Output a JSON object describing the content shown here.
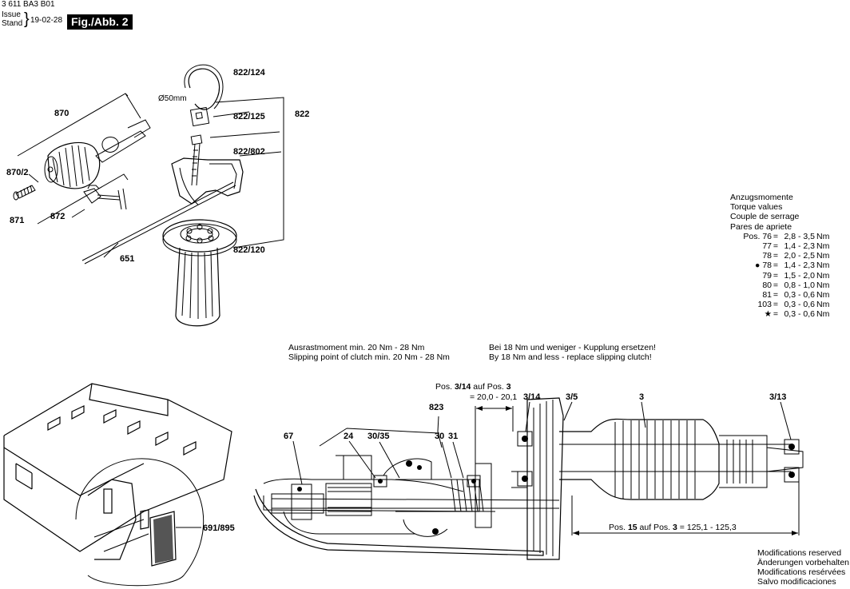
{
  "header": {
    "doc_number": "3 611 BA3 B01",
    "issue_label": "Issue",
    "stand_label": "Stand",
    "date": "19-02-28",
    "fig_label": "Fig./Abb. 2"
  },
  "parts": {
    "p822_124": "822/124",
    "diameter": "Ø50mm",
    "p822_125": "822/125",
    "p822": "822",
    "p822_802": "822/802",
    "p870": "870",
    "p870_2": "870/2",
    "p871": "871",
    "p872": "872",
    "p651": "651",
    "p822_120": "822/120",
    "p691_895": "691/895",
    "p67": "67",
    "p24": "24",
    "p30_35": "30/35",
    "p823": "823",
    "p30": "30",
    "p31": "31",
    "p3_14": "3/14",
    "p3_5": "3/5",
    "p3": "3",
    "p3_13": "3/13"
  },
  "torque": {
    "titles": [
      "Anzugsmomente",
      "Torque values",
      "Couple de serrage",
      "Pares de apriete"
    ],
    "rows": [
      {
        "prefix": "Pos.",
        "pos": "76",
        "val": "2,8 - 3,5",
        "unit": "Nm"
      },
      {
        "prefix": "",
        "pos": "77",
        "val": "1,4 - 2,3",
        "unit": "Nm"
      },
      {
        "prefix": "",
        "pos": "78",
        "val": "2,0 - 2,5",
        "unit": "Nm"
      },
      {
        "prefix": "●",
        "pos": "78",
        "val": "1,4 - 2,3",
        "unit": "Nm"
      },
      {
        "prefix": "",
        "pos": "79",
        "val": "1,5 - 2,0",
        "unit": "Nm"
      },
      {
        "prefix": "",
        "pos": "80",
        "val": "0,8 - 1,0",
        "unit": "Nm"
      },
      {
        "prefix": "",
        "pos": "81",
        "val": "0,3 - 0,6",
        "unit": "Nm"
      },
      {
        "prefix": "",
        "pos": "103",
        "val": "0,3 - 0,6",
        "unit": "Nm"
      },
      {
        "prefix": "★",
        "pos": "",
        "val": "0,3 - 0,6",
        "unit": "Nm"
      }
    ]
  },
  "notes": {
    "clutch_de": "Ausrastmoment min. 20 Nm - 28 Nm",
    "clutch_en": "Slipping point of clutch min. 20 Nm - 28 Nm",
    "replace_de": "Bei 18 Nm und weniger - Kupplung ersetzen!",
    "replace_en": "By 18 Nm and less - replace slipping clutch!",
    "dim1_prefix": "Pos.",
    "dim1_a": "3/14",
    "dim1_mid": "auf Pos.",
    "dim1_b": "3",
    "dim1_val": "= 20,0 - 20,1",
    "dim2_prefix": "Pos.",
    "dim2_a": "15",
    "dim2_mid": "auf Pos.",
    "dim2_b": "3",
    "dim2_val": "= 125,1 - 125,3"
  },
  "footer": {
    "lines": [
      "Modifications reserved",
      "Änderungen vorbehalten",
      "Modifications resérvées",
      "Salvo modificaciones"
    ]
  }
}
